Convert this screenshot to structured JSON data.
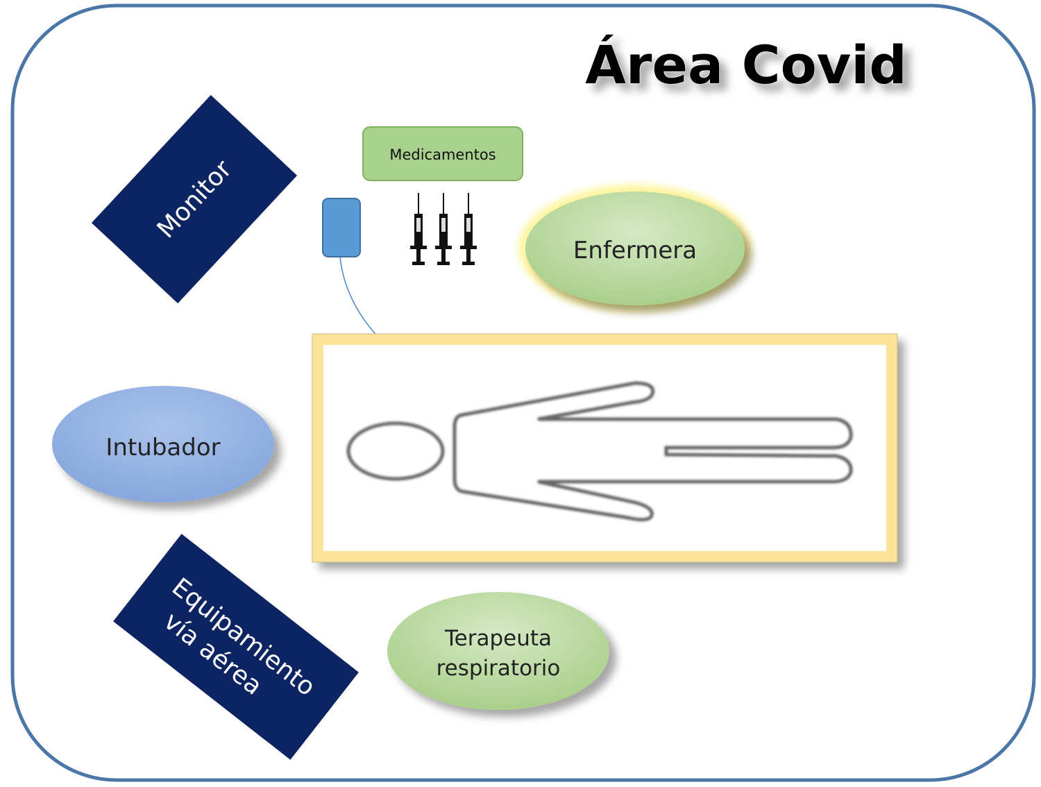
{
  "title": "Área Covid",
  "labels": {
    "monitor": "Monitor",
    "medicamentos": "Medicamentos",
    "enfermera": "Enfermera",
    "intubador": "Intubador",
    "equipamiento_line1": "Equipamiento",
    "equipamiento_line2": "vía aérea",
    "terapeuta_line1": "Terapeuta",
    "terapeuta_line2": "respiratorio"
  },
  "colors": {
    "frame": "#4a77a8",
    "navy": "#0c2461",
    "green": "#b5d69a",
    "green_border": "#7fb35c",
    "blue_oval": "#93b3e2",
    "device": "#5b9bd5",
    "bed_border": "#fbe39a"
  }
}
